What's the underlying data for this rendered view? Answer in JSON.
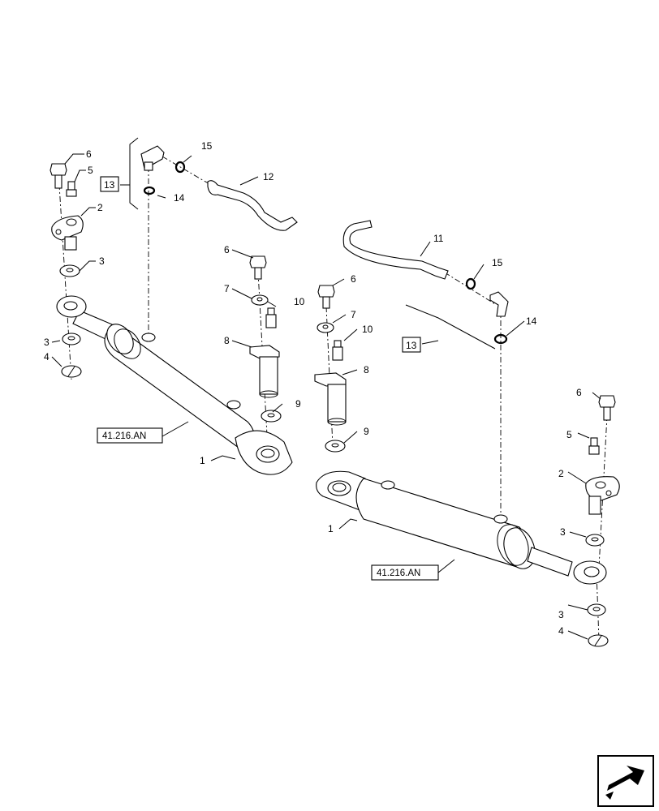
{
  "callouts": [
    {
      "id": "c-l-6",
      "text": "6"
    },
    {
      "id": "c-l-5",
      "text": "5"
    },
    {
      "id": "c-l-2",
      "text": "2"
    },
    {
      "id": "c-l-3a",
      "text": "3"
    },
    {
      "id": "c-l-3b",
      "text": "3"
    },
    {
      "id": "c-l-4",
      "text": "4"
    },
    {
      "id": "c-l-1",
      "text": "1"
    },
    {
      "id": "c-l-15",
      "text": "15"
    },
    {
      "id": "c-l-14",
      "text": "14"
    },
    {
      "id": "c-l-12",
      "text": "12"
    },
    {
      "id": "c-m-6",
      "text": "6"
    },
    {
      "id": "c-m-7",
      "text": "7"
    },
    {
      "id": "c-m-10",
      "text": "10"
    },
    {
      "id": "c-m-8",
      "text": "8"
    },
    {
      "id": "c-m-9",
      "text": "9"
    },
    {
      "id": "c-n-6",
      "text": "6"
    },
    {
      "id": "c-n-7",
      "text": "7"
    },
    {
      "id": "c-n-10",
      "text": "10"
    },
    {
      "id": "c-n-8",
      "text": "8"
    },
    {
      "id": "c-n-9",
      "text": "9"
    },
    {
      "id": "c-r-11",
      "text": "11"
    },
    {
      "id": "c-r-15",
      "text": "15"
    },
    {
      "id": "c-r-14",
      "text": "14"
    },
    {
      "id": "c-r-6",
      "text": "6"
    },
    {
      "id": "c-r-5",
      "text": "5"
    },
    {
      "id": "c-r-2",
      "text": "2"
    },
    {
      "id": "c-r-3a",
      "text": "3"
    },
    {
      "id": "c-r-3b",
      "text": "3"
    },
    {
      "id": "c-r-4",
      "text": "4"
    },
    {
      "id": "c-r-1",
      "text": "1"
    }
  ],
  "boxed_labels": [
    {
      "id": "box-13-left",
      "text": "13"
    },
    {
      "id": "box-13-right",
      "text": "13"
    }
  ],
  "references": [
    {
      "id": "ref-left",
      "text": "41.216.AN"
    },
    {
      "id": "ref-right",
      "text": "41.216.AN"
    }
  ],
  "icons": {
    "navigation": "arrow-return-icon"
  },
  "colors": {
    "line": "#000000",
    "background": "#ffffff"
  }
}
